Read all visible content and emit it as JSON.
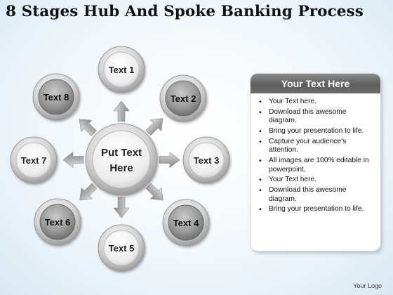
{
  "title": "8 Stages Hub And Spoke Banking Process",
  "hub": {
    "line1": "Put Text",
    "line2": "Here"
  },
  "nodes": [
    {
      "label": "Text 1",
      "shade": "light"
    },
    {
      "label": "Text 2",
      "shade": "dark"
    },
    {
      "label": "Text 3",
      "shade": "light"
    },
    {
      "label": "Text 4",
      "shade": "dark"
    },
    {
      "label": "Text 5",
      "shade": "light"
    },
    {
      "label": "Text 6",
      "shade": "dark"
    },
    {
      "label": "Text 7",
      "shade": "light"
    },
    {
      "label": "Text 8",
      "shade": "dark"
    }
  ],
  "panel": {
    "header": "Your Text Here",
    "items": [
      "Your Text here.",
      "Download this awesome diagram.",
      "Bring your presentation to life.",
      "Capture your audience’s attention.",
      "All images are 100% editable in powerpoint.",
      "Your Text here.",
      "Download this awesome diagram.",
      "Bring your presentation to life."
    ]
  },
  "logo": "Your Logo",
  "colors": {
    "panel_header": "#6e6e6e",
    "arrow": "#a8a8a8",
    "light_node_face": "#f2f2f2",
    "dark_node_face": "#8c8c8c"
  }
}
